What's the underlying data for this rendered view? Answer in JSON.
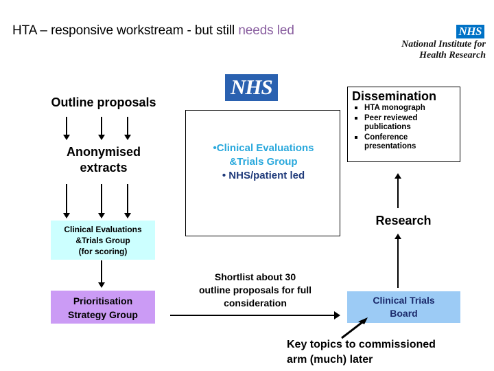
{
  "slide": {
    "title_main": "HTA – responsive workstream - but still ",
    "title_accent": "needs led",
    "accent_color": "#8a5fa0"
  },
  "branding": {
    "nihr_nhs_mark": "NHS",
    "nihr_line1": "National Institute for",
    "nihr_line2": "Health Research",
    "nhs_big_mark": "NHS",
    "nhs_blue": "#2A61B0"
  },
  "flow": {
    "outline_proposals": "Outline proposals",
    "anonymised_extracts_line1": "Anonymised",
    "anonymised_extracts_line2": "extracts",
    "scoring_box": {
      "line1": "Clinical Evaluations",
      "line2": "&Trials Group",
      "line3": "(for scoring)",
      "fill": "#CCFFFF"
    },
    "prioritisation_box": {
      "line1": "Prioritisation",
      "line2": "Strategy Group",
      "fill": "#CB9BF5"
    },
    "centre_box": {
      "line1": "•Clinical Evaluations",
      "line2": "&Trials Group",
      "line3": "•   NHS/patient led",
      "line1_color": "#29A8DC",
      "line3_color": "#1F3A7A"
    },
    "dissemination": {
      "title": "Dissemination",
      "items": [
        "HTA monograph",
        "Peer reviewed publications",
        "Conference presentations"
      ]
    },
    "research_label": "Research",
    "clinical_trials_board": {
      "line1": "Clinical Trials",
      "line2": "Board",
      "fill": "#9CCBF5"
    },
    "shortlist_caption_line1": "Shortlist about 30",
    "shortlist_caption_line2": "outline proposals for full",
    "shortlist_caption_line3": "consideration",
    "key_topics_line1": "Key topics to commissioned",
    "key_topics_line2": "arm (much) later"
  }
}
